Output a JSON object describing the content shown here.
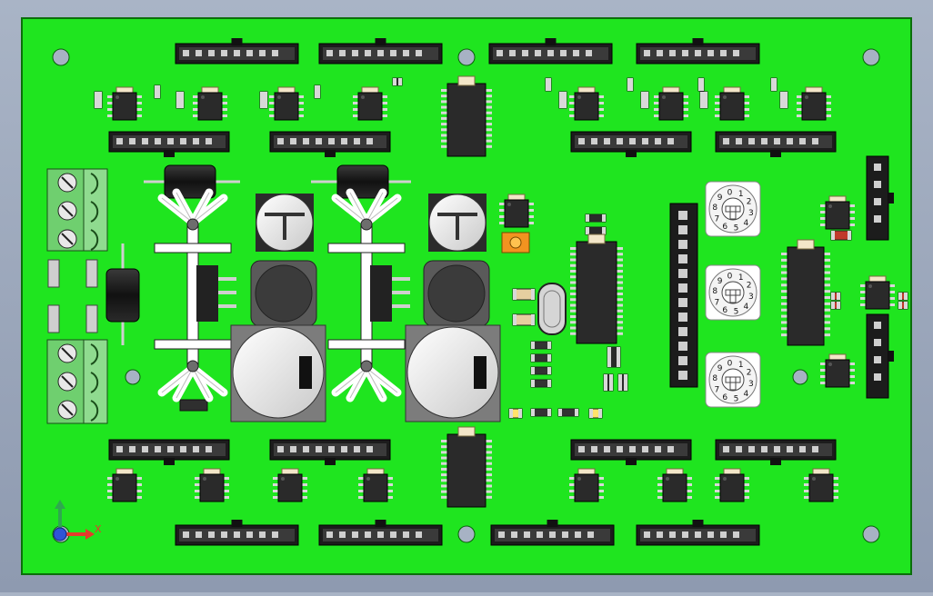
{
  "window": {
    "title": ""
  },
  "colors": {
    "background_top": "#a9b4c6",
    "background_bottom": "#8e9ab0",
    "board": "#1fe51f",
    "board_edge": "#0b6e0b",
    "connector": "#1c1c1c",
    "ic": "#2a2a2a",
    "pin": "#d8d8d8",
    "heatsink": "#ffffff",
    "terminal_block": "#8fdb8f",
    "trimpot": "#f29320"
  },
  "triad": {
    "x_label": "X",
    "icon": "axis-triad-icon"
  },
  "rotary_switches": [
    {
      "digits": [
        "0",
        "1",
        "2",
        "3",
        "4",
        "5",
        "6",
        "7",
        "8",
        "9"
      ]
    },
    {
      "digits": [
        "0",
        "1",
        "2",
        "3",
        "4",
        "5",
        "6",
        "7",
        "8",
        "9"
      ]
    },
    {
      "digits": [
        "0",
        "1",
        "2",
        "3",
        "4",
        "5",
        "6",
        "7",
        "8",
        "9"
      ]
    }
  ]
}
